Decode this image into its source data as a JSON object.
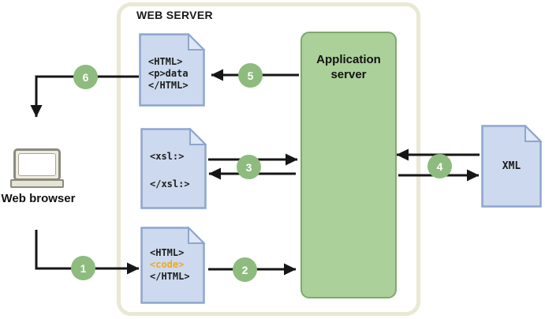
{
  "diagram": {
    "web_server_label": "WEB SERVER",
    "app_server_label_line1": "Application",
    "app_server_label_line2": "server",
    "browser_label": "Web browser",
    "documents": {
      "html_response": {
        "lines": [
          "<HTML>",
          "<p>data",
          "</HTML>"
        ]
      },
      "xsl_stylesheet": {
        "lines": [
          "<xsl:>",
          "</xsl:>"
        ]
      },
      "html_code": {
        "lines": [
          "<HTML>",
          "<code>",
          "</HTML>"
        ]
      },
      "xml_data": {
        "label": "XML"
      }
    },
    "steps": [
      "1",
      "2",
      "3",
      "4",
      "5",
      "6"
    ],
    "colors": {
      "step_badge_green": "#8dbc7e",
      "app_server_fill": "#abd09a",
      "app_server_border": "#7fa96d",
      "document_fill": "#ccd9ee",
      "document_border": "#8ea6ce",
      "document_fold_fill": "#dee7f5",
      "container_border": "#e9e8d3",
      "code_highlight_orange": "#f2a71e",
      "arrow_black": "#161616"
    }
  }
}
